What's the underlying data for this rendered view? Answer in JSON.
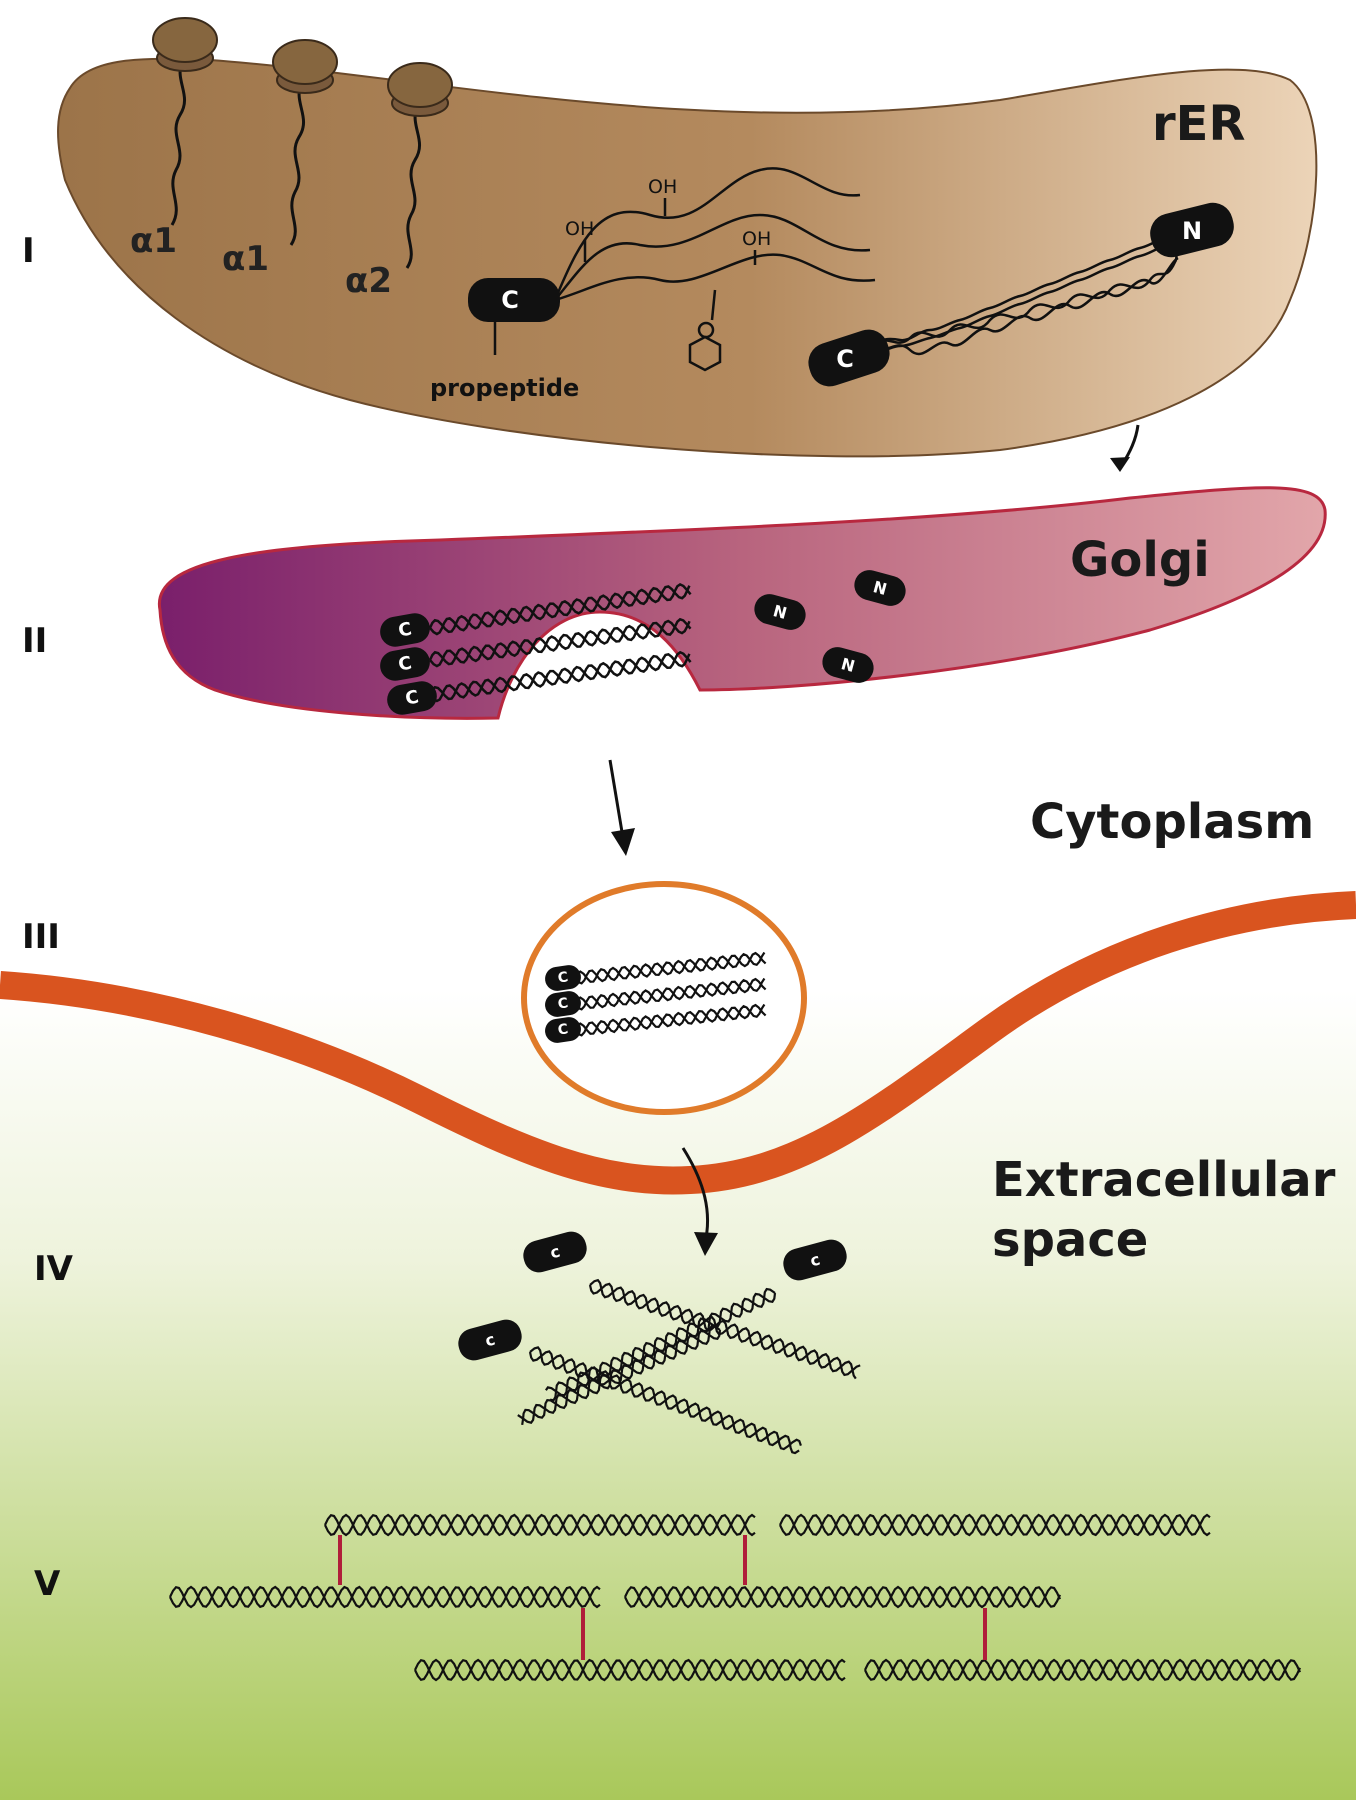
{
  "stages": {
    "s1": "I",
    "s2": "II",
    "s3": "III",
    "s4": "IV",
    "s5": "V"
  },
  "regions": {
    "rer": "rER",
    "golgi": "Golgi",
    "cytoplasm": "Cytoplasm",
    "extracellular_line1": "Extracellular",
    "extracellular_line2": "space"
  },
  "chains": {
    "alpha1_a": "α1",
    "alpha1_b": "α1",
    "alpha2": "α2"
  },
  "labels": {
    "propeptide": "propeptide",
    "oh1": "OH",
    "oh2": "OH",
    "oh3": "OH"
  },
  "termini": {
    "c": "C",
    "n": "N",
    "c_small": "c"
  },
  "colors": {
    "rer_fill_dark": "#9c7449",
    "rer_fill_light": "#ecd4b8",
    "golgi_fill_dark": "#7a1f6b",
    "golgi_fill_light": "#d99aa2",
    "golgi_outline": "#b8283f",
    "membrane": "#d9541f",
    "vesicle_outline": "#e07b2a",
    "crosslink": "#b01e3a",
    "background_green": "#a9c85a",
    "ribosome": "#7a5a3c"
  }
}
